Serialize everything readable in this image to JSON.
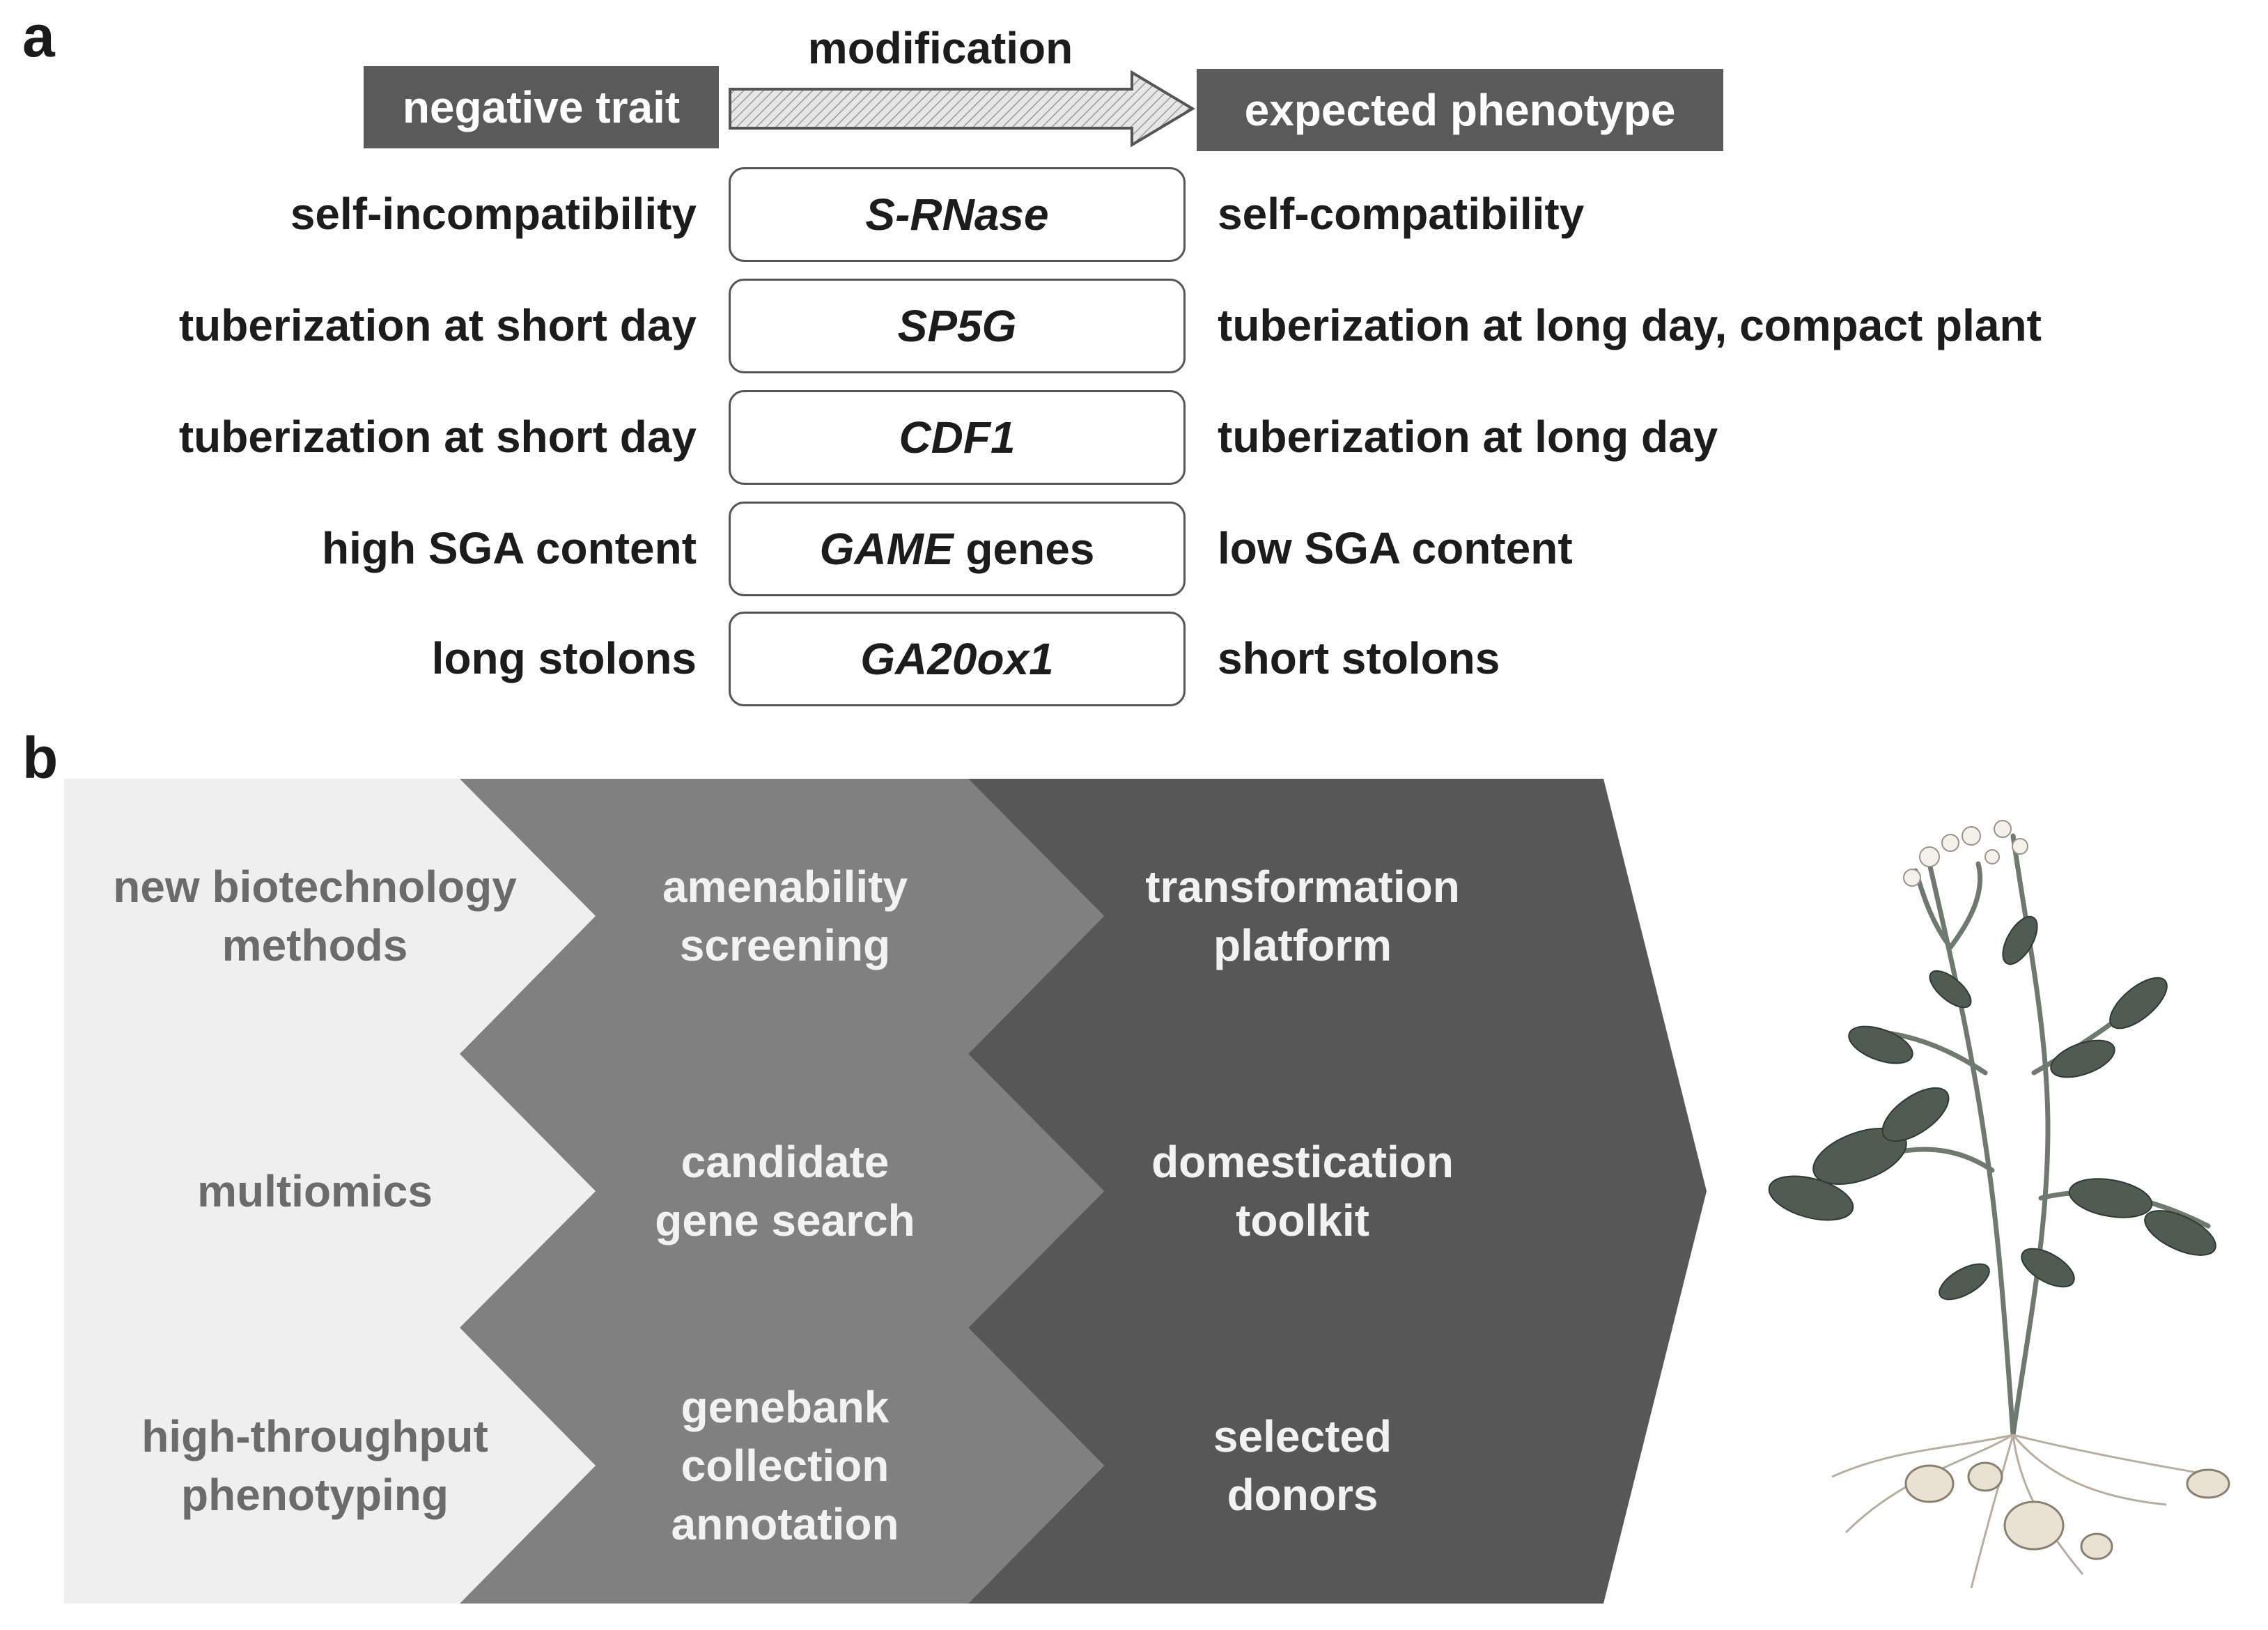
{
  "panels": {
    "a": "a",
    "b": "b"
  },
  "panel_a": {
    "header": {
      "left": "negative trait",
      "middle": "modification",
      "right": "expected phenotype"
    },
    "rows": [
      {
        "trait": "self-incompatibility",
        "gene_italic": "S-RNase",
        "gene_suffix": "",
        "phenotype": "self-compatibility"
      },
      {
        "trait": "tuberization at short day",
        "gene_italic": "SP5G",
        "gene_suffix": "",
        "phenotype": "tuberization at long day, compact plant"
      },
      {
        "trait": "tuberization at short day",
        "gene_italic": "CDF1",
        "gene_suffix": "",
        "phenotype": "tuberization at long day"
      },
      {
        "trait": "high SGA content",
        "gene_italic": "GAME",
        "gene_suffix": " genes",
        "phenotype": "low SGA content"
      },
      {
        "trait": "long stolons",
        "gene_italic": "GA20ox1",
        "gene_suffix": "",
        "phenotype": "short stolons"
      }
    ]
  },
  "panel_b": {
    "columns": [
      {
        "items": [
          {
            "lines": [
              "new biotechnology",
              "methods"
            ]
          },
          {
            "lines": [
              "multiomics"
            ]
          },
          {
            "lines": [
              "high-throughput",
              "phenotyping"
            ]
          }
        ]
      },
      {
        "items": [
          {
            "lines": [
              "amenability",
              "screening"
            ]
          },
          {
            "lines": [
              "candidate",
              "gene search"
            ]
          },
          {
            "lines": [
              "genebank",
              "collection",
              "annotation"
            ]
          }
        ]
      },
      {
        "items": [
          {
            "lines": [
              "transformation",
              "platform"
            ]
          },
          {
            "lines": [
              "domestication",
              "toolkit"
            ]
          },
          {
            "lines": [
              "selected",
              "donors"
            ]
          }
        ]
      }
    ],
    "colors": {
      "col1": "#efefef",
      "col2": "#808080",
      "col3": "#575757"
    }
  }
}
